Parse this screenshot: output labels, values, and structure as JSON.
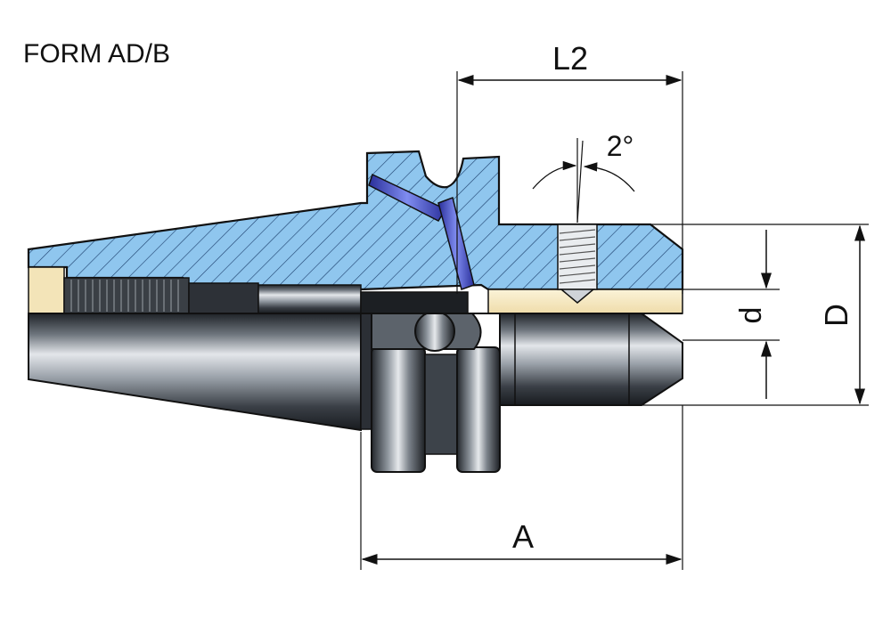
{
  "title": "FORM AD/B",
  "dimensions": {
    "L2": "L2",
    "A": "A",
    "d": "d",
    "D": "D",
    "angle": "2°"
  },
  "colors": {
    "section_fill": "#8fc6ee",
    "hatch": "#1a3d6b",
    "steel_dark": "#2c3036",
    "steel_light": "#d9dde2",
    "bore_cream": "#f6e9c2",
    "coolant_blue": "#3a44c8",
    "outline": "#111111"
  }
}
